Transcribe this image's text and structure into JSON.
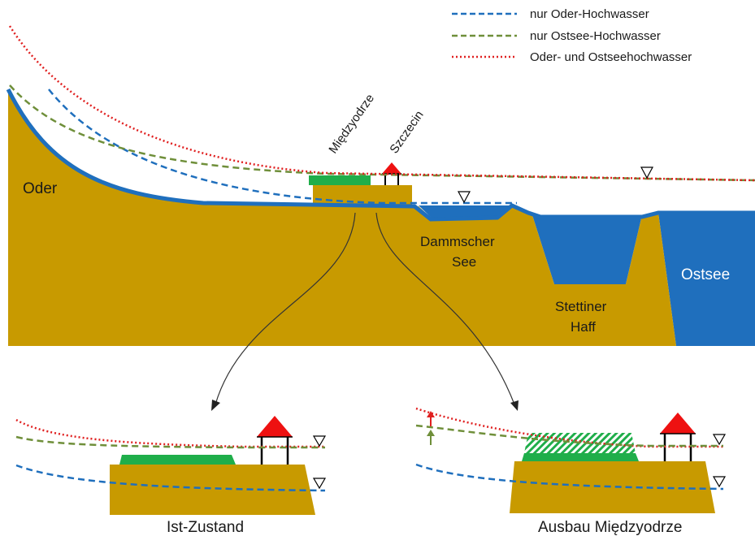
{
  "legend": {
    "oder": "nur Oder-Hochwasser",
    "ostsee": "nur Ostsee-Hochwasser",
    "both": "Oder- und Ostseehochwasser"
  },
  "labels": {
    "oder": "Oder",
    "miedzyodrze": "Międzyodrze",
    "szczecin": "Szczecin",
    "dammscher_see_1": "Dammscher",
    "dammscher_see_2": "See",
    "stettiner_haff_1": "Stettiner",
    "stettiner_haff_2": "Haff",
    "ostsee": "Ostsee"
  },
  "captions": {
    "left": "Ist-Zustand",
    "right": "Ausbau Międzyodrze"
  },
  "colors": {
    "ground": "#c89a00",
    "water": "#1f6fbd",
    "oder_line": "#1f6fbd",
    "ostsee_line": "#6f8f3a",
    "both_line": "#e02020",
    "grass": "#1fae4a",
    "roof": "#ee1111"
  },
  "icons": [
    "water-level-triangle-icon",
    "house-icon",
    "arrow-up-icon"
  ]
}
